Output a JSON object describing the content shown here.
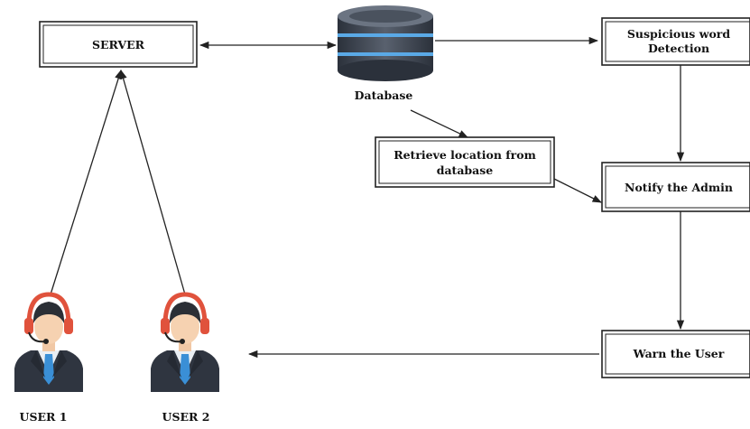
{
  "nodes": {
    "server": "SERVER",
    "database": "Database",
    "suspicious_line1": "Suspicious word",
    "suspicious_line2": "Detection",
    "retrieve_line1": "Retrieve location from",
    "retrieve_line2": "database",
    "notify": "Notify the Admin",
    "warn": "Warn the User",
    "user1": "USER 1",
    "user2": "USER 2"
  },
  "icons": {
    "database": "database-cylinder-icon",
    "user": "headset-user-icon"
  },
  "colors": {
    "db_body": "#3d4552",
    "db_band": "#5aa9e6",
    "headset": "#e0523c",
    "suit": "#2f3540",
    "tie": "#3a8fd6"
  }
}
